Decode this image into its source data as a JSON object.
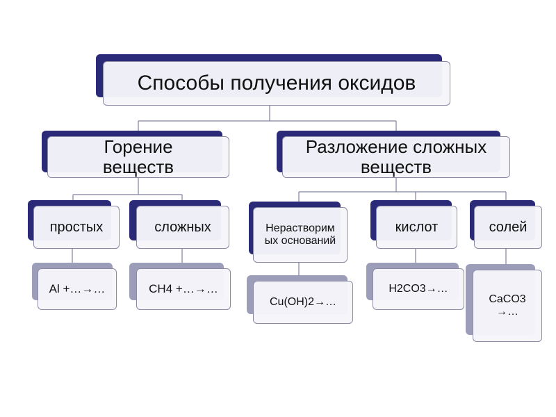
{
  "title": "Способы получения оксидов",
  "level2": [
    {
      "label": "Горение веществ"
    },
    {
      "label": "Разложение сложных веществ"
    }
  ],
  "level3": [
    {
      "label": "простых"
    },
    {
      "label": "сложных"
    },
    {
      "label": "Нерастворимых оснований"
    },
    {
      "label": "кислот"
    },
    {
      "label": "солей"
    }
  ],
  "level4": [
    {
      "label": "Al +…→…"
    },
    {
      "label": "CH4 +…→…"
    },
    {
      "label": "Cu(OH)2→…"
    },
    {
      "label": "H2CO3→…"
    },
    {
      "label": "CaCO3 →…"
    }
  ],
  "colors": {
    "dark_backing": "#2b2a78",
    "light_backing": "#9c9db9",
    "line": "#7f80a0"
  }
}
